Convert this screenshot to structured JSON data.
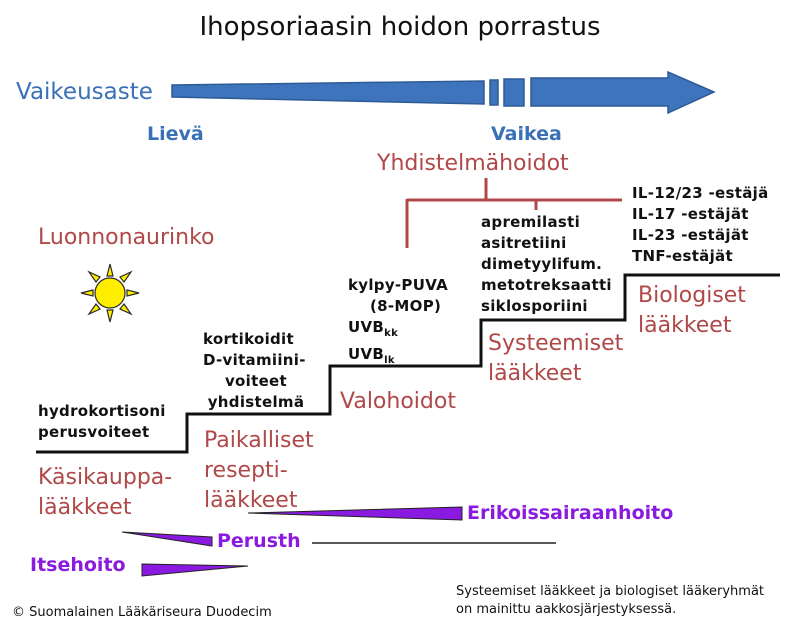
{
  "title": "Ihopsoriaasin hoidon porrastus",
  "severity": {
    "label": "Vaikeusaste",
    "mild": "Lievä",
    "severe": "Vaikea"
  },
  "combination": "Yhdistelmähoidot",
  "sunlight": "Luonnonaurinko",
  "steps": [
    {
      "category": [
        "Käsikauppa-",
        "lääkkeet"
      ],
      "drugs": [
        "hydrokortisoni",
        "perusvoiteet"
      ]
    },
    {
      "category": [
        "Paikalliset",
        "resepti-",
        "lääkkeet"
      ],
      "drugs": [
        "kortikoidit",
        "D-vitamiini-",
        "voiteet",
        "yhdistelmä"
      ]
    },
    {
      "category": [
        "Valohoidot"
      ],
      "drugs": [
        "kylpy-PUVA",
        "(8-MOP)",
        "UVB",
        "UVB"
      ]
    },
    {
      "category": [
        "Systeemiset",
        "lääkkeet"
      ],
      "drugs": [
        "apremilasti",
        "asitretiini",
        "dimetyylifum.",
        "metotreksaatti",
        "siklosporiini"
      ]
    },
    {
      "category": [
        "Biologiset",
        "lääkkeet"
      ],
      "drugs": [
        "IL-12/23 -estäjä",
        "IL-17 -estäjät",
        "IL-23 -estäjät",
        "TNF-estäjät"
      ]
    }
  ],
  "uvb_subscripts": [
    "kk",
    "lk"
  ],
  "care_levels": {
    "specialist": "Erikoissairaanhoito",
    "primary": "Perusth",
    "self": "Itsehoito"
  },
  "copyright": "© Suomalainen Lääkäriseura Duodecim",
  "note": [
    "Systeemiset lääkkeet ja biologiset lääkeryhmät",
    "on mainittu aakkosjärjestyksessä."
  ],
  "colors": {
    "arrow_blue": "#3a70b8",
    "category_red": "#b04848",
    "care_purple": "#8a1ae0",
    "sun_yellow": "#ffee00"
  },
  "icons": [
    "severity-arrow",
    "sun-icon"
  ]
}
